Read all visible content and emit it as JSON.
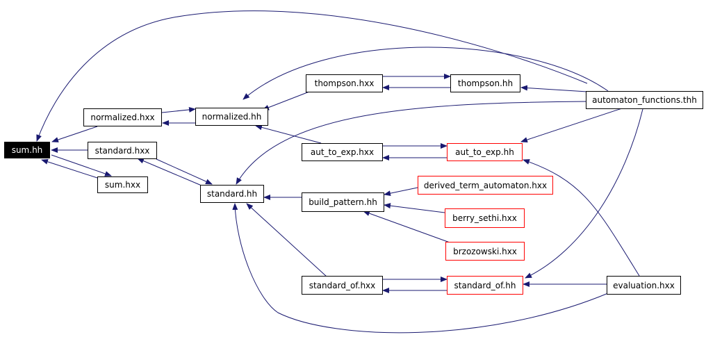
{
  "nodes": {
    "sum_hh": "sum.hh",
    "normalized_hxx": "normalized.hxx",
    "standard_hxx": "standard.hxx",
    "sum_hxx": "sum.hxx",
    "normalized_hh": "normalized.hh",
    "standard_hh": "standard.hh",
    "thompson_hxx": "thompson.hxx",
    "thompson_hh": "thompson.hh",
    "aut_to_exp_hxx": "aut_to_exp.hxx",
    "aut_to_exp_hh": "aut_to_exp.hh",
    "build_pattern_hh": "build_pattern.hh",
    "derived_term_automaton_hxx": "derived_term_automaton.hxx",
    "berry_sethi_hxx": "berry_sethi.hxx",
    "brzozowski_hxx": "brzozowski.hxx",
    "standard_of_hxx": "standard_of.hxx",
    "standard_of_hh": "standard_of.hh",
    "automaton_functions_thh": "automaton_functions.thh",
    "evaluation_hxx": "evaluation.hxx"
  },
  "colors": {
    "edge": "#191970",
    "node_border": "#000000",
    "incomplete_node_border": "#ff0000",
    "root_fill": "#000000",
    "root_text": "#ffffff"
  }
}
